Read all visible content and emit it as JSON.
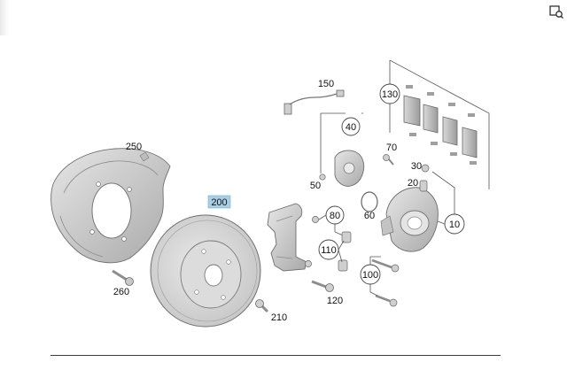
{
  "toolbar": {
    "icon": "zoom-window-icon"
  },
  "diagram": {
    "highlight_color": "#a9cfe6",
    "callouts": {
      "c10": "10",
      "c20": "20",
      "c30": "30",
      "c40": "40",
      "c50": "50",
      "c60": "60",
      "c70": "70",
      "c80": "80",
      "c100": "100",
      "c110": "110",
      "c120": "120",
      "c130": "130",
      "c150": "150",
      "c200": "200",
      "c210": "210",
      "c250": "250",
      "c260": "260"
    }
  }
}
